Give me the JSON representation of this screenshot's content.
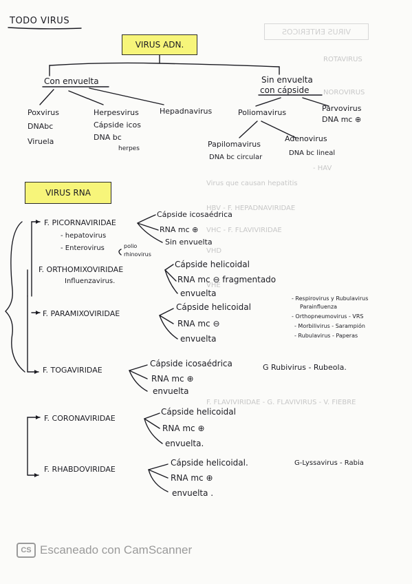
{
  "title": "TODO VIRUS",
  "dna_section": {
    "header": "VIRUS ADN.",
    "con_envuelta": {
      "label": "Con envuelta",
      "children": [
        {
          "name": "Poxvirus",
          "lines": [
            "DNAbc",
            "Viruela"
          ]
        },
        {
          "name": "Herpesvirus",
          "lines": [
            "Cápside icos",
            "DNA bc",
            "herpes"
          ]
        },
        {
          "name": "Hepadnavirus",
          "lines": []
        }
      ]
    },
    "sin_envuelta": {
      "label": "Sin envuelta",
      "sublabel": "con cápside",
      "children": [
        {
          "name": "Poliomavirus",
          "lines": []
        },
        {
          "name": "Parvovirus",
          "lines": [
            "DNA mc ⊕"
          ]
        }
      ],
      "polio_children": [
        {
          "name": "Papilomavirus",
          "lines": [
            "DNA bc circular"
          ]
        },
        {
          "name": "Adenovirus",
          "lines": [
            "DNA bc lineal"
          ]
        }
      ]
    }
  },
  "rna_section": {
    "header": "VIRUS RNA",
    "families": [
      {
        "name": "F. PICORNAVIRIDAE",
        "props": [
          "Cápside icosaédrica",
          "RNA mc ⊕",
          "Sin envuelta"
        ],
        "subs": [
          "- hepatovirus",
          "- Enterovirus"
        ],
        "sub_extra": [
          "polio",
          "rhinovirus"
        ],
        "note": []
      },
      {
        "name": "F. ORTHOMIXOVIRIDAE",
        "props": [
          "Cápside helicoidal",
          "RNA mc ⊖  fragmentado",
          "envuelta"
        ],
        "subs": [
          "Influenzavirus."
        ],
        "sub_extra": [],
        "note": []
      },
      {
        "name": "F. PARAMIXOVIRIDAE",
        "props": [
          "Cápside helicoidal",
          "RNA mc ⊖",
          "envuelta"
        ],
        "subs": [],
        "sub_extra": [],
        "note": [
          "- Respirovirus y Rubulavirus",
          "Parainfluenza",
          "- Orthopneumovirus - VRS",
          "- Morbilivirus - Sarampión",
          "- Rubulavirus - Paperas"
        ]
      },
      {
        "name": "F. TOGAVIRIDAE",
        "props": [
          "Cápside icosaédrica",
          "RNA mc ⊕",
          "envuelta"
        ],
        "subs": [],
        "sub_extra": [],
        "note": [
          "G Rubivirus - Rubeola."
        ]
      },
      {
        "name": "F. CORONAVIRIDAE",
        "props": [
          "Cápside helicoidal",
          "RNA mc ⊕",
          "envuelta."
        ],
        "subs": [],
        "sub_extra": [],
        "note": []
      },
      {
        "name": "F. RHABDOVIRIDAE",
        "props": [
          "Cápside helicoidal.",
          "RNA mc ⊕",
          "envuelta ."
        ],
        "subs": [],
        "sub_extra": [],
        "note": [
          "G-Lyssavirus - Rabia"
        ]
      }
    ]
  },
  "footer": {
    "logo": "CS",
    "text": "Escaneado con CamScanner"
  }
}
